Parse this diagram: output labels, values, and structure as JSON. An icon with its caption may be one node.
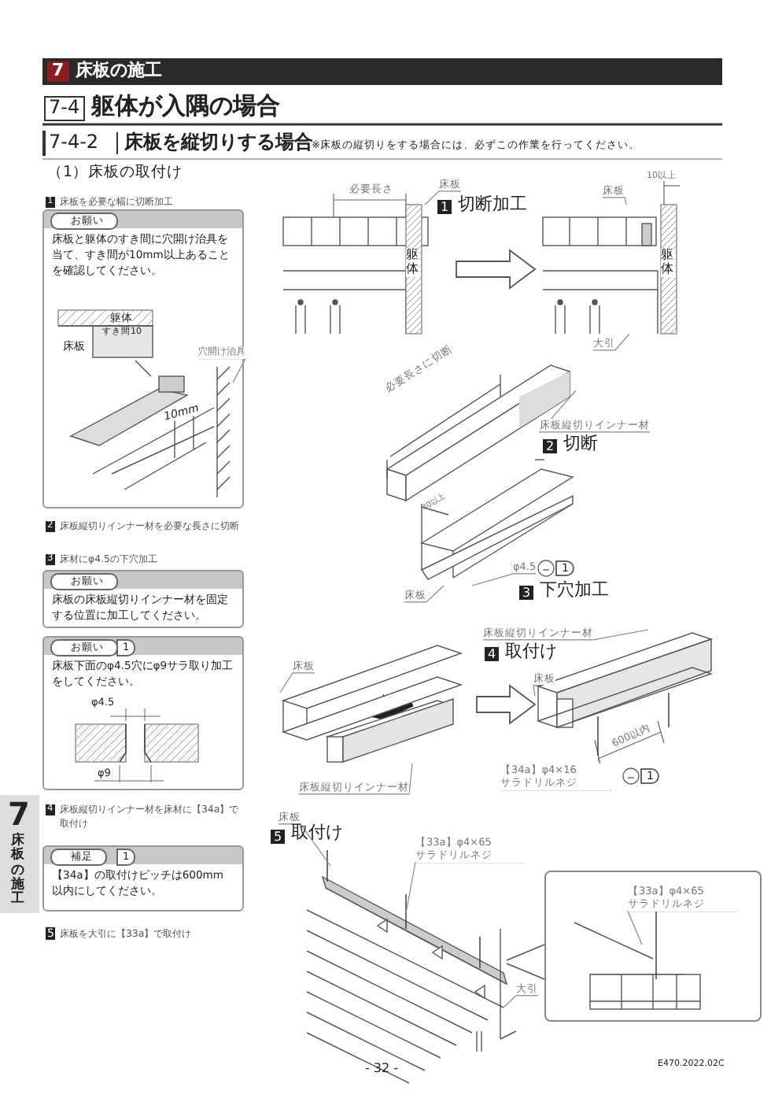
{
  "diagram": {
    "nodes": [
      {
        "text": [
          "お願い",
          "床板と躯体のすき間に穴開け治具を当て、すき間が10mm以上あることを確認してください。"
        ]
      },
      {
        "text": [
          "穴開け治具"
        ],
        "in": 0
      },
      {
        "text": [
          "お願い",
          "床板の床板縦切りインナー材を固定する位置に加工してください。"
        ]
      },
      {
        "text": [
          "お願い",
          "1",
          "床板下面のφ4.5穴にφ9サラ取り加工をしてください。"
        ]
      },
      {
        "text": [
          "補足",
          "1",
          "【34a】の取付けピッチは600mm以内にしてください。"
        ]
      },
      {
        "text": [
          "床板"
        ]
      },
      {
        "text": [],
        "shape": "picture"
      },
      {
        "text": [],
        "shape": "picture"
      },
      {
        "text": [
          "床板"
        ]
      },
      {
        "text": [
          "大引"
        ]
      },
      {
        "text": [
          "床板縦切りインナー材"
        ]
      },
      {
        "text": [
          "φ4.5"
        ]
      },
      {
        "text": [
          "床板"
        ]
      },
      {
        "text": [
          "床板"
        ]
      },
      {
        "text": [
          "床板縦切りインナー材"
        ]
      },
      {
        "text": [],
        "shape": "picture"
      },
      {
        "text": [],
        "shape": "picture"
      },
      {
        "text": [
          "床板縦切りインナー材"
        ]
      },
      {
        "text": [
          "床板"
        ]
      },
      {
        "text": [
          "【34a】φ4×16 サラドリルネジ"
        ]
      },
      {
        "text": [
          "床板"
        ]
      },
      {
        "text": [
          "【33a】φ4×65 サラドリルネジ"
        ]
      },
      {
        "text": [
          "大引"
        ]
      },
      {
        "text": [],
        "shape": "box"
      },
      {
        "text": [
          "【33a】φ4×65 サラドリルネジ"
        ],
        "in": 23
      },
      {
        "text": [],
        "shape": "picture"
      },
      {
        "text": [],
        "shape": "picture"
      },
      {
        "text": [],
        "shape": "picture",
        "in": 0
      }
    ],
    "edges": [
      {
        "from": 1,
        "to": 27,
        "arrow": "none"
      },
      {
        "from": 5,
        "to": 6,
        "arrow": "none"
      },
      {
        "from": 6,
        "to": 7,
        "arrow": "to"
      },
      {
        "from": 8,
        "to": 7,
        "arrow": "none"
      },
      {
        "from": 9,
        "to": 7,
        "arrow": "none"
      },
      {
        "from": 10,
        "to": 26,
        "arrow": "none"
      },
      {
        "from": 11,
        "to": 25,
        "arrow": "none"
      },
      {
        "from": 12,
        "to": 25,
        "arrow": "none"
      },
      {
        "from": 13,
        "to": 15,
        "arrow": "none"
      },
      {
        "from": 14,
        "to": 15,
        "arrow": "none"
      },
      {
        "from": 15,
        "to": 16,
        "arrow": "to"
      },
      {
        "from": 17,
        "to": 16,
        "arrow": "none"
      },
      {
        "from": 18,
        "to": 16,
        "arrow": "none"
      },
      {
        "from": 19,
        "to": 16,
        "arrow": "none"
      },
      {
        "from": 20,
        "to": null,
        "arrow": "none"
      },
      {
        "from": 21,
        "to": null,
        "arrow": "none"
      },
      {
        "from": 22,
        "to": null,
        "arrow": "none"
      },
      {
        "from": 24,
        "to": null,
        "arrow": "none"
      }
    ],
    "labels": [
      "7",
      "床板の施工",
      "7-4",
      "躯体が入隅の場合",
      "7-4-2",
      "床板を縦切りする場合",
      "※床板の縦切りをする場合には、必ずこの作業を行ってください。",
      "（1）床板の取付け",
      "1",
      "床板を必要な幅に切断加工",
      "必要長さ",
      "1",
      "切断加工",
      "10以上",
      "躯体",
      "躯体",
      "躯体",
      "すき間10",
      "床板",
      "10mm",
      "必要長さに切断",
      "2",
      "切断",
      "40以上",
      "1",
      "3",
      "下穴加工",
      "2",
      "床板縦切りインナー材を必要な長さに切断",
      "3",
      "床材にφ4.5の下穴加工",
      "φ4.5",
      "φ9",
      "4",
      "取付け",
      "600以内",
      "1",
      "7",
      "床板の施工",
      "4",
      "床板縦切りインナー材を床材に【34a】で取付け",
      "5",
      "床板を大引に【33a】で取付け",
      "5",
      "取付け",
      "- 32 -",
      "E470.2022.02C"
    ]
  }
}
